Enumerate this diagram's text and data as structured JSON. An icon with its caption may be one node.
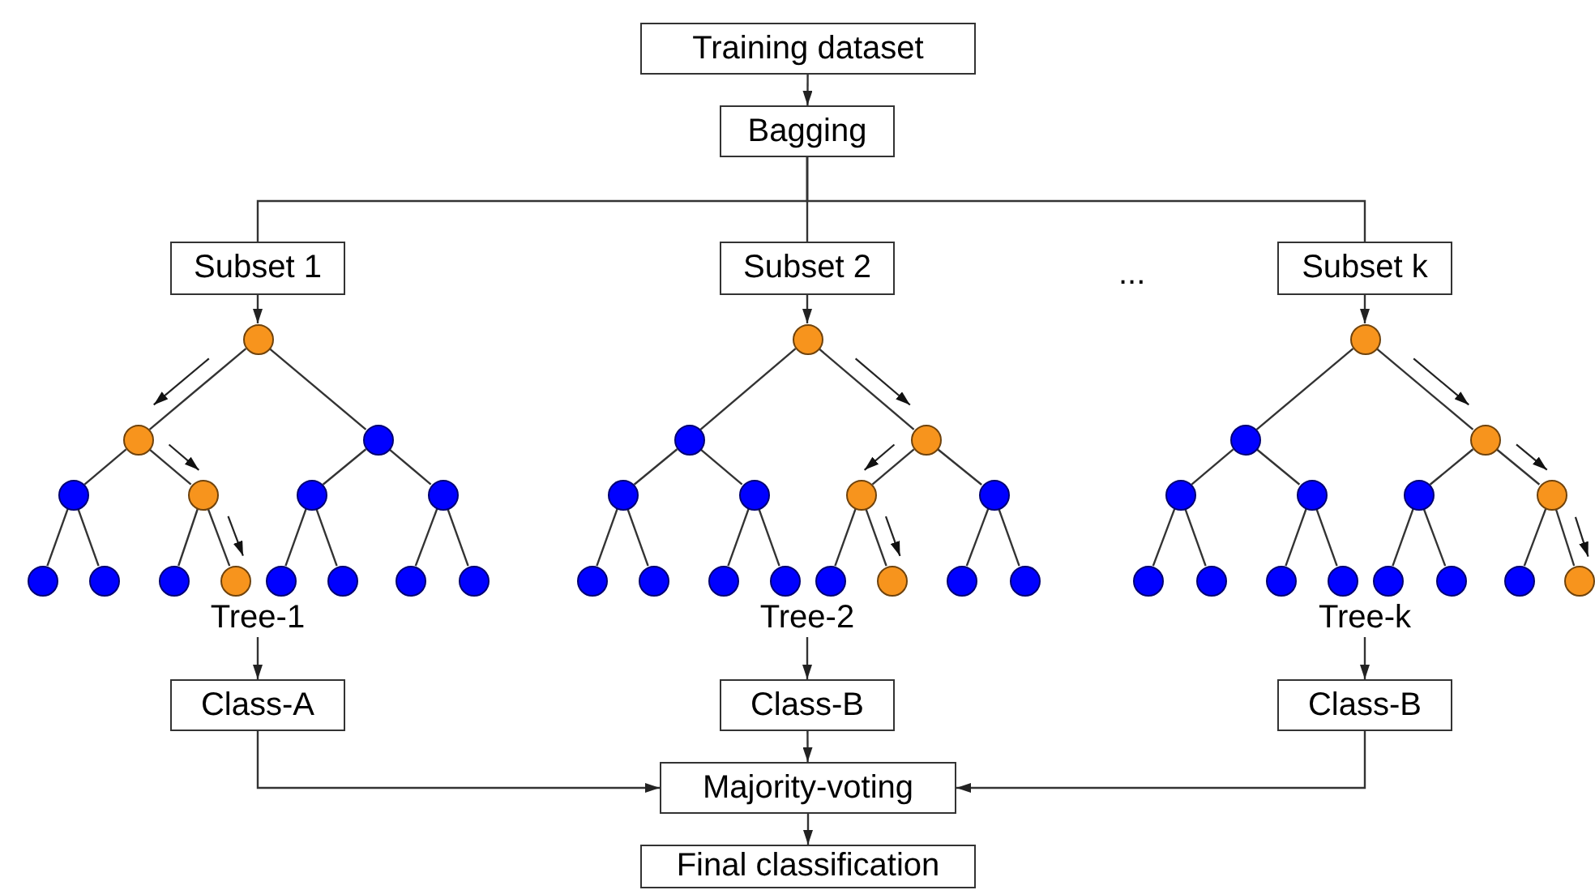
{
  "diagram": {
    "nodes": [
      {
        "text": [
          "Training dataset"
        ]
      },
      {
        "text": [
          "Bagging"
        ]
      },
      {
        "text": [
          "Subset 1"
        ]
      },
      {
        "text": [
          "Subset 2"
        ]
      },
      {
        "text": [
          "Subset k"
        ]
      },
      {
        "text": [],
        "shape": "circle"
      },
      {
        "text": [],
        "shape": "circle"
      },
      {
        "text": [],
        "shape": "circle"
      },
      {
        "text": [],
        "shape": "circle"
      },
      {
        "text": [],
        "shape": "circle"
      },
      {
        "text": [],
        "shape": "circle"
      },
      {
        "text": [],
        "shape": "circle"
      },
      {
        "text": [],
        "shape": "circle"
      },
      {
        "text": [],
        "shape": "circle"
      },
      {
        "text": [],
        "shape": "circle"
      },
      {
        "text": [],
        "shape": "circle"
      },
      {
        "text": [],
        "shape": "circle"
      },
      {
        "text": [],
        "shape": "circle"
      },
      {
        "text": [],
        "shape": "circle"
      },
      {
        "text": [],
        "shape": "circle"
      },
      {
        "text": [],
        "shape": "circle"
      },
      {
        "text": [],
        "shape": "circle"
      },
      {
        "text": [],
        "shape": "circle"
      },
      {
        "text": [],
        "shape": "circle"
      },
      {
        "text": [],
        "shape": "circle"
      },
      {
        "text": [],
        "shape": "circle"
      },
      {
        "text": [],
        "shape": "circle"
      },
      {
        "text": [],
        "shape": "circle"
      },
      {
        "text": [],
        "shape": "circle"
      },
      {
        "text": [],
        "shape": "circle"
      },
      {
        "text": [],
        "shape": "circle"
      },
      {
        "text": [],
        "shape": "circle"
      },
      {
        "text": [],
        "shape": "circle"
      },
      {
        "text": [],
        "shape": "circle"
      },
      {
        "text": [],
        "shape": "circle"
      },
      {
        "text": [],
        "shape": "circle"
      },
      {
        "text": [],
        "shape": "circle"
      },
      {
        "text": [],
        "shape": "circle"
      },
      {
        "text": [],
        "shape": "circle"
      },
      {
        "text": [],
        "shape": "circle"
      },
      {
        "text": [],
        "shape": "circle"
      },
      {
        "text": [],
        "shape": "circle"
      },
      {
        "text": [],
        "shape": "circle"
      },
      {
        "text": [],
        "shape": "circle"
      },
      {
        "text": [],
        "shape": "circle"
      },
      {
        "text": [],
        "shape": "circle"
      },
      {
        "text": [],
        "shape": "circle"
      },
      {
        "text": [],
        "shape": "circle"
      },
      {
        "text": [],
        "shape": "circle"
      },
      {
        "text": [],
        "shape": "circle"
      },
      {
        "text": [
          "Tree-1"
        ]
      },
      {
        "text": [
          "Tree-2"
        ]
      },
      {
        "text": [
          "Tree-k"
        ]
      },
      {
        "text": [
          "Class-A"
        ]
      },
      {
        "text": [
          "Class-B"
        ]
      },
      {
        "text": [
          "Class-B"
        ]
      },
      {
        "text": [
          "Majority-voting"
        ]
      },
      {
        "text": [
          "Final classification"
        ]
      }
    ],
    "edges": [
      {
        "from": 0,
        "to": 1,
        "arrow": "to"
      },
      {
        "from": 1,
        "to": 2,
        "arrow": "none"
      },
      {
        "from": 1,
        "to": 3,
        "arrow": "none"
      },
      {
        "from": 1,
        "to": 4,
        "arrow": "none"
      },
      {
        "from": 2,
        "to": 5,
        "arrow": "to"
      },
      {
        "from": 3,
        "to": 20,
        "arrow": "to"
      },
      {
        "from": 4,
        "to": 35,
        "arrow": "to"
      },
      {
        "from": 5,
        "to": 6,
        "arrow": "none"
      },
      {
        "from": 5,
        "to": 7,
        "arrow": "none"
      },
      {
        "from": 6,
        "to": 8,
        "arrow": "none"
      },
      {
        "from": 6,
        "to": 9,
        "arrow": "none"
      },
      {
        "from": 7,
        "to": 10,
        "arrow": "none"
      },
      {
        "from": 7,
        "to": 11,
        "arrow": "none"
      },
      {
        "from": 8,
        "to": 12,
        "arrow": "none"
      },
      {
        "from": 8,
        "to": 13,
        "arrow": "none"
      },
      {
        "from": 9,
        "to": 14,
        "arrow": "none"
      },
      {
        "from": 9,
        "to": 15,
        "arrow": "none"
      },
      {
        "from": 10,
        "to": 16,
        "arrow": "none"
      },
      {
        "from": 10,
        "to": 17,
        "arrow": "none"
      },
      {
        "from": 11,
        "to": 18,
        "arrow": "none"
      },
      {
        "from": 11,
        "to": 19,
        "arrow": "none"
      },
      {
        "from": 20,
        "to": 21,
        "arrow": "none"
      },
      {
        "from": 20,
        "to": 22,
        "arrow": "none"
      },
      {
        "from": 21,
        "to": 23,
        "arrow": "none"
      },
      {
        "from": 21,
        "to": 24,
        "arrow": "none"
      },
      {
        "from": 22,
        "to": 25,
        "arrow": "none"
      },
      {
        "from": 22,
        "to": 26,
        "arrow": "none"
      },
      {
        "from": 23,
        "to": 27,
        "arrow": "none"
      },
      {
        "from": 23,
        "to": 28,
        "arrow": "none"
      },
      {
        "from": 24,
        "to": 29,
        "arrow": "none"
      },
      {
        "from": 24,
        "to": 30,
        "arrow": "none"
      },
      {
        "from": 25,
        "to": 31,
        "arrow": "none"
      },
      {
        "from": 25,
        "to": 32,
        "arrow": "none"
      },
      {
        "from": 26,
        "to": 33,
        "arrow": "none"
      },
      {
        "from": 26,
        "to": 34,
        "arrow": "none"
      },
      {
        "from": 35,
        "to": 36,
        "arrow": "none"
      },
      {
        "from": 35,
        "to": 37,
        "arrow": "none"
      },
      {
        "from": 36,
        "to": 38,
        "arrow": "none"
      },
      {
        "from": 36,
        "to": 39,
        "arrow": "none"
      },
      {
        "from": 37,
        "to": 40,
        "arrow": "none"
      },
      {
        "from": 37,
        "to": 41,
        "arrow": "none"
      },
      {
        "from": 38,
        "to": 42,
        "arrow": "none"
      },
      {
        "from": 38,
        "to": 43,
        "arrow": "none"
      },
      {
        "from": 39,
        "to": 44,
        "arrow": "none"
      },
      {
        "from": 39,
        "to": 45,
        "arrow": "none"
      },
      {
        "from": 40,
        "to": 46,
        "arrow": "none"
      },
      {
        "from": 40,
        "to": 47,
        "arrow": "none"
      },
      {
        "from": 41,
        "to": 48,
        "arrow": "none"
      },
      {
        "from": 41,
        "to": 49,
        "arrow": "none"
      },
      {
        "from": 50,
        "to": 53,
        "arrow": "to"
      },
      {
        "from": 51,
        "to": 54,
        "arrow": "to"
      },
      {
        "from": 52,
        "to": 55,
        "arrow": "to"
      },
      {
        "from": 53,
        "to": 56,
        "arrow": "to"
      },
      {
        "from": 54,
        "to": 56,
        "arrow": "to"
      },
      {
        "from": 55,
        "to": 56,
        "arrow": "to"
      },
      {
        "from": 56,
        "to": 57,
        "arrow": "to"
      }
    ],
    "labels": [
      "..."
    ]
  }
}
